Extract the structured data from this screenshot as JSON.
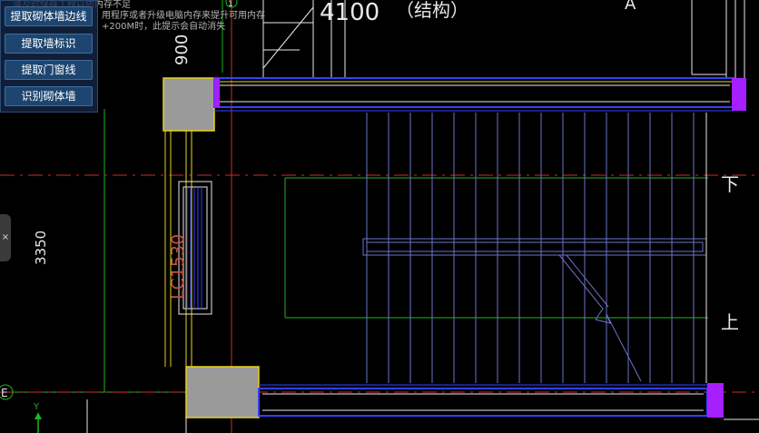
{
  "panel": {
    "buttons": [
      {
        "label": "提取砌体墙边线"
      },
      {
        "label": "提取墙标识"
      },
      {
        "label": "提取门窗线"
      },
      {
        "label": "识别砌体墙"
      }
    ]
  },
  "notice": {
    "line1": "请及时保存工程以防内存不足",
    "line2": "用程序或者升级电脑内存来提升可用内存",
    "line3": "+200M时，此提示会自动消失"
  },
  "drawing": {
    "dim_top": "4100",
    "label_structure": "（结构）",
    "dim_left_top": "900",
    "dim_left": "3350",
    "window_tag": "LC1530",
    "stair_down": "下",
    "stair_up": "上",
    "axis_E": "E",
    "axis_1": "1",
    "ucs_y": "Y",
    "top_right_char": "A"
  },
  "side_tab": {
    "label": "×"
  },
  "colors": {
    "background": "#000000",
    "wall_blue": "#3340ff",
    "yellow": "#e6d21e",
    "green": "#21b321",
    "red": "#cc2a2a",
    "purple": "#a61fff",
    "white": "#e8e8e8",
    "stair_blue": "#6a73c9"
  }
}
